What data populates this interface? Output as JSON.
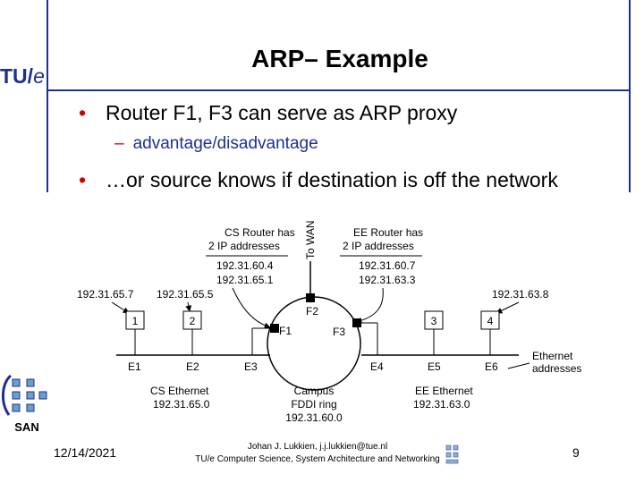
{
  "slide": {
    "title": "ARP– Example",
    "bullets": [
      {
        "text": "Router F1, F3 can serve as ARP proxy"
      },
      {
        "text": "…or source knows if destination is off the network"
      }
    ],
    "sub_bullet": "advantage/disadvantage"
  },
  "logo": {
    "main": "TU/",
    "accent": "e"
  },
  "diagram": {
    "cs_router_label": [
      "CS Router has",
      "2 IP addresses"
    ],
    "cs_router_ips": [
      "192.31.60.4",
      "192.31.65.1"
    ],
    "ee_router_label": [
      "EE Router has",
      "2 IP addresses"
    ],
    "ee_router_ips": [
      "192.31.60.7",
      "192.31.63.3"
    ],
    "to_wan": "To WAN",
    "host_ips": [
      "192.31.65.7",
      "192.31.65.5",
      "192.31.63.8"
    ],
    "hosts": [
      "1",
      "2",
      "3",
      "4"
    ],
    "routers": [
      "F1",
      "F2",
      "F3"
    ],
    "ethernet_addrs": [
      "E1",
      "E2",
      "E3",
      "E4",
      "E5",
      "E6"
    ],
    "ethernet_label": [
      "Ethernet",
      "addresses"
    ],
    "cs_ethernet": [
      "CS Ethernet",
      "192.31.65.0"
    ],
    "campus_ring": [
      "Campus",
      "FDDI ring",
      "192.31.60.0"
    ],
    "ee_ethernet": [
      "EE Ethernet",
      "192.31.63.0"
    ]
  },
  "footer": {
    "date": "12/14/2021",
    "author_line1": "Johan J. Lukkien, j.j.lukkien@tue.nl",
    "author_line2": "TU/e Computer Science, System Architecture and Networking",
    "page": "9",
    "san": "SAN"
  },
  "colors": {
    "accent_blue": "#1f2f8f",
    "bullet_red": "#d00000"
  }
}
